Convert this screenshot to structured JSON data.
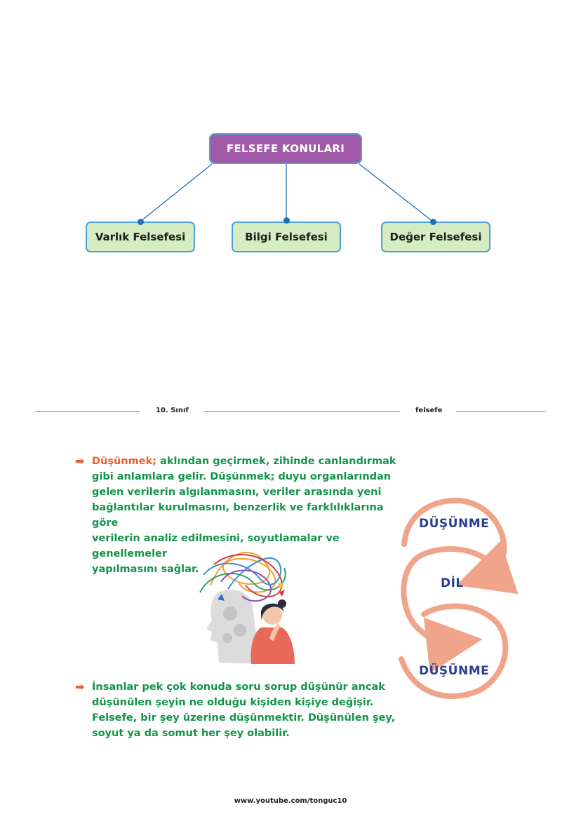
{
  "concept_map": {
    "root": "FELSEFE KONULARI",
    "children": [
      "Varlık Felsefesi",
      "Bilgi Felsefesi",
      "Değer Felsefesi"
    ]
  },
  "header": {
    "grade": "10. Sınıf",
    "subject": "felsefe"
  },
  "paragraph1": {
    "term": "Düşünmek;",
    "lines": [
      " aklından geçirmek, zihinde canlandırmak",
      "gibi anlamlara gelir. Düşünmek; duyu organlarından",
      "gelen verilerin algılanmasını, veriler arasında yeni",
      "bağlantılar kurulmasını, benzerlik ve farklılıklarına göre",
      "verilerin analiz edilmesini, soyutlamalar ve genellemeler",
      "yapılmasını sağlar."
    ]
  },
  "paragraph2": {
    "lines": [
      "İnsanlar pek çok konuda soru sorup düşünür ancak",
      "düşünülen şeyin ne olduğu kişiden kişiye değişir.",
      "Felsefe, bir şey üzerine düşünmektir. Düşünülen şey,",
      "soyut ya da somut her şey olabilir."
    ]
  },
  "cycle": {
    "top": "DÜŞÜNME",
    "middle": "DİL",
    "bottom": "DÜŞÜNME"
  },
  "footer": {
    "url": "www.youtube.com/tonguc10"
  },
  "colors": {
    "root_fill": "#a05aa8",
    "node_fill": "#d6ecc2",
    "border": "#4aa0dc",
    "text_green": "#14944a",
    "accent_orange": "#e8602c",
    "cycle_blue": "#2a3f8f"
  }
}
